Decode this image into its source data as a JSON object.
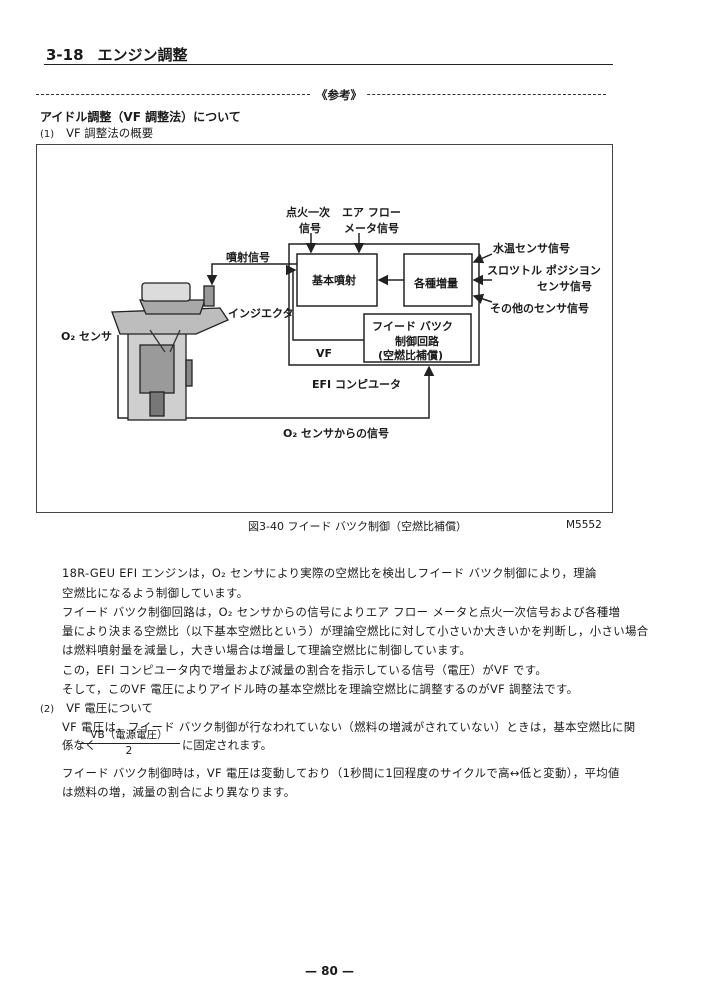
{
  "header": {
    "section_number": "3-18",
    "section_title": "エンジン調整"
  },
  "reference_tag": "《参考》",
  "section_title": "アイドル調整（VF 調整法）について",
  "subsection1": {
    "number": "(1)",
    "title": "VF 調整法の概要"
  },
  "diagram": {
    "ignition": [
      "点火一次",
      "信号"
    ],
    "airflow": [
      "エア フロー",
      "メータ信号"
    ],
    "injection_signal": "噴射信号",
    "injector": "インジエクタ",
    "o2_sensor": "O₂ センサ",
    "basic_injection": "基本噴射",
    "increment": "各種増量",
    "water_temp": "水温センサ信号",
    "throttle": [
      "スロツトル ポジシヨン",
      "センサ信号"
    ],
    "other_sensors": "その他のセンサ信号",
    "feedback": [
      "フイード バツク",
      "制御回路",
      "(空燃比補償)"
    ],
    "vf": "VF",
    "computer": "EFI コンピユータ",
    "o2_signal": "O₂ センサからの信号"
  },
  "figure": {
    "caption": "図3-40 フイード バツク制御（空燃比補償）",
    "code": "M5552"
  },
  "paragraphs": [
    "18R-GEU EFI エンジンは，O₂ センサにより実際の空燃比を検出しフイード バツク制御により，理論",
    "空燃比になるよう制御しています。",
    "フイード バツク制御回路は，O₂ センサからの信号によりエア フロー メータと点火一次信号および各種増",
    "量により決まる空燃比（以下基本空燃比という）が理論空燃比に対して小さいか大きいかを判断し，小さい場合",
    "は燃料噴射量を減量し，大きい場合は増量して理論空燃比に制御しています。",
    "この，EFI コンピユータ内で増量および減量の割合を指示している信号（電圧）がVF です。",
    "そして，このVF 電圧によりアイドル時の基本空燃比を理論空燃比に調整するのがVF 調整法です。"
  ],
  "subsection2": {
    "number": "(2)",
    "title": "VF 電圧について"
  },
  "para2": [
    "VF 電圧は，フイード バツク制御が行なわれていない（燃料の増減がされていない）ときは，基本空燃比に関",
    "フイード バツク制御時は，VF 電圧は変動しており（1秒間に1回程度のサイクルで高↔低と変動），平均値",
    "は燃料の増，減量の割合により異なります。"
  ],
  "fraction": {
    "prefix": "係なく",
    "numerator": "VB（電源電圧）",
    "denominator": "2",
    "suffix": "に固定されます。"
  },
  "page_number": "— 80 —"
}
